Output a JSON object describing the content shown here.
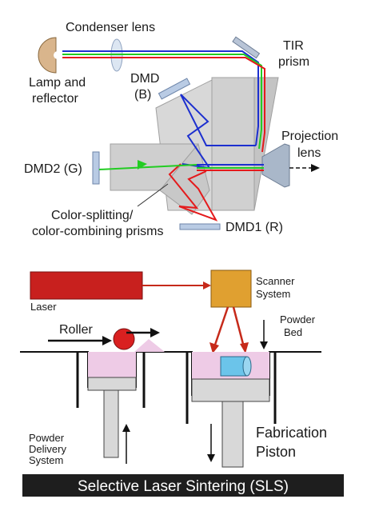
{
  "top_diagram": {
    "labels": {
      "condenser_lens": "Condenser lens",
      "tir_prism_line1": "TIR",
      "tir_prism_line2": "prism",
      "lamp_line1": "Lamp and",
      "lamp_line2": "reflector",
      "dmd_b_line1": "DMD",
      "dmd_b_line2": "(B)",
      "projection_line1": "Projection",
      "projection_line2": "lens",
      "dmd2_g": "DMD2 (G)",
      "color_split_line1": "Color-splitting/",
      "color_split_line2": "color-combining prisms",
      "dmd1_r": "DMD1 (R)"
    },
    "colors": {
      "red": "#e41a1c",
      "green": "#22cc22",
      "blue": "#1c2fcf",
      "prism": "#d2d2d2"
    }
  },
  "bottom_diagram": {
    "labels": {
      "laser": "Laser",
      "scanner_line1": "Scanner",
      "scanner_line2": "System",
      "powder_bed_line1": "Powder",
      "powder_bed_line2": "Bed",
      "roller": "Roller",
      "powder_delivery_line1": "Powder",
      "powder_delivery_line2": "Delivery",
      "powder_delivery_line3": "System",
      "fabrication_line1": "Fabrication",
      "fabrication_line2": "Piston"
    },
    "banner": "Selective Laser Sintering (SLS)",
    "colors": {
      "laser_body": "#c8201e",
      "scanner": "#e0a030",
      "beam": "#c62a1a",
      "powder": "#eecbe6",
      "part": "#6bc4ea",
      "piston": "#d8d8d8"
    }
  }
}
